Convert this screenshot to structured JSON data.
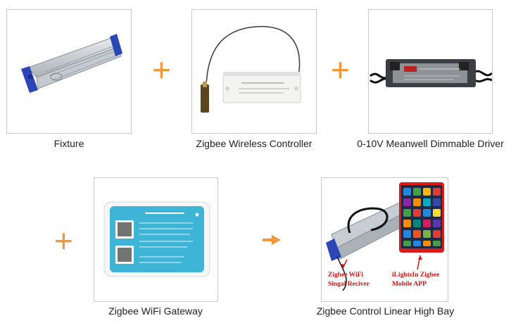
{
  "products": [
    {
      "caption": "Fixture",
      "image": "fixture-image"
    },
    {
      "caption": "Zigbee Wireless Controller",
      "image": "controller-image"
    },
    {
      "caption": "0-10V Meanwell Dimmable Driver",
      "image": "driver-image"
    },
    {
      "caption": "Zigbee WiFi Gateway",
      "image": "gateway-image"
    },
    {
      "caption": "Zigbee Control Linear High Bay",
      "image": "high-bay-image"
    }
  ],
  "operators": [
    "+",
    "+",
    "+"
  ],
  "arrow_icon": "arrow-right-icon",
  "labels": {
    "signal_receiver": [
      "Zigbee WiFi",
      "Singal Reciver"
    ],
    "mobile_app": [
      "iLightsIn Zigbee",
      "Mobile APP"
    ]
  },
  "accent_color": "#f2983a",
  "label_color": "#d11414"
}
